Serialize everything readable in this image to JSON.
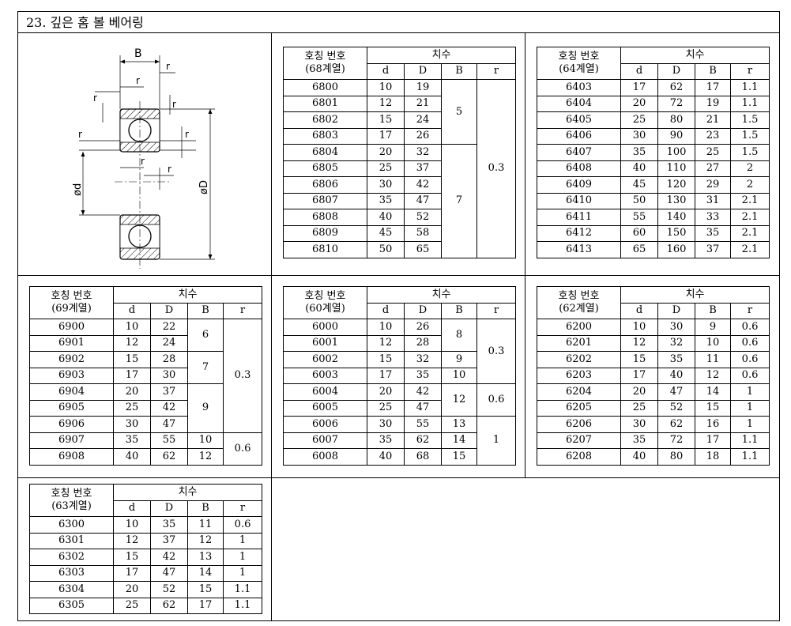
{
  "title": "23. 깊은 홈 볼 베어링",
  "drawing_labels": {
    "B": "B",
    "r": "r",
    "d": "ød",
    "D": "øD"
  },
  "header": {
    "name": "호칭 번호",
    "dims": "치수",
    "d": "d",
    "D": "D",
    "B": "B",
    "r": "r"
  },
  "tables": [
    {
      "series": "(68계열)",
      "rows": [
        [
          "6800",
          "10",
          "19"
        ],
        [
          "6801",
          "12",
          "21"
        ],
        [
          "6802",
          "15",
          "24"
        ],
        [
          "6803",
          "17",
          "26"
        ],
        [
          "6804",
          "20",
          "32"
        ],
        [
          "6805",
          "25",
          "37"
        ],
        [
          "6806",
          "30",
          "42"
        ],
        [
          "6807",
          "35",
          "47"
        ],
        [
          "6808",
          "40",
          "52"
        ],
        [
          "6809",
          "45",
          "58"
        ],
        [
          "6810",
          "50",
          "65"
        ]
      ],
      "B": [
        {
          "v": "5",
          "s": 4
        },
        {
          "v": "7",
          "s": 7
        }
      ],
      "r": [
        {
          "v": "0.3",
          "s": 11
        }
      ]
    },
    {
      "series": "(64계열)",
      "rows": [
        [
          "6403",
          "17",
          "62",
          "17",
          "1.1"
        ],
        [
          "6404",
          "20",
          "72",
          "19",
          "1.1"
        ],
        [
          "6405",
          "25",
          "80",
          "21",
          "1.5"
        ],
        [
          "6406",
          "30",
          "90",
          "23",
          "1.5"
        ],
        [
          "6407",
          "35",
          "100",
          "25",
          "1.5"
        ],
        [
          "6408",
          "40",
          "110",
          "27",
          "2"
        ],
        [
          "6409",
          "45",
          "120",
          "29",
          "2"
        ],
        [
          "6410",
          "50",
          "130",
          "31",
          "2.1"
        ],
        [
          "6411",
          "55",
          "140",
          "33",
          "2.1"
        ],
        [
          "6412",
          "60",
          "150",
          "35",
          "2.1"
        ],
        [
          "6413",
          "65",
          "160",
          "37",
          "2.1"
        ]
      ]
    },
    {
      "series": "(69계열)",
      "rows": [
        [
          "6900",
          "10",
          "22"
        ],
        [
          "6901",
          "12",
          "24"
        ],
        [
          "6902",
          "15",
          "28"
        ],
        [
          "6903",
          "17",
          "30"
        ],
        [
          "6904",
          "20",
          "37"
        ],
        [
          "6905",
          "25",
          "42"
        ],
        [
          "6906",
          "30",
          "47"
        ],
        [
          "6907",
          "35",
          "55"
        ],
        [
          "6908",
          "40",
          "62"
        ]
      ],
      "B": [
        {
          "v": "6",
          "s": 2
        },
        {
          "v": "7",
          "s": 2
        },
        {
          "v": "9",
          "s": 3
        },
        {
          "v": "10",
          "s": 1
        },
        {
          "v": "12",
          "s": 1
        }
      ],
      "r": [
        {
          "v": "0.3",
          "s": 7
        },
        {
          "v": "0.6",
          "s": 2
        }
      ]
    },
    {
      "series": "(60계열)",
      "rows": [
        [
          "6000",
          "10",
          "26"
        ],
        [
          "6001",
          "12",
          "28"
        ],
        [
          "6002",
          "15",
          "32"
        ],
        [
          "6003",
          "17",
          "35"
        ],
        [
          "6004",
          "20",
          "42"
        ],
        [
          "6005",
          "25",
          "47"
        ],
        [
          "6006",
          "30",
          "55"
        ],
        [
          "6007",
          "35",
          "62"
        ],
        [
          "6008",
          "40",
          "68"
        ]
      ],
      "B": [
        {
          "v": "8",
          "s": 2
        },
        {
          "v": "9",
          "s": 1
        },
        {
          "v": "10",
          "s": 1
        },
        {
          "v": "12",
          "s": 2
        },
        {
          "v": "13",
          "s": 1
        },
        {
          "v": "14",
          "s": 1
        },
        {
          "v": "15",
          "s": 1
        }
      ],
      "r": [
        {
          "v": "0.3",
          "s": 4
        },
        {
          "v": "0.6",
          "s": 2
        },
        {
          "v": "1",
          "s": 3
        }
      ]
    },
    {
      "series": "(62계열)",
      "rows": [
        [
          "6200",
          "10",
          "30",
          "9",
          "0.6"
        ],
        [
          "6201",
          "12",
          "32",
          "10",
          "0.6"
        ],
        [
          "6202",
          "15",
          "35",
          "11",
          "0.6"
        ],
        [
          "6203",
          "17",
          "40",
          "12",
          "0.6"
        ],
        [
          "6204",
          "20",
          "47",
          "14",
          "1"
        ],
        [
          "6205",
          "25",
          "52",
          "15",
          "1"
        ],
        [
          "6206",
          "30",
          "62",
          "16",
          "1"
        ],
        [
          "6207",
          "35",
          "72",
          "17",
          "1.1"
        ],
        [
          "6208",
          "40",
          "80",
          "18",
          "1.1"
        ]
      ]
    },
    {
      "series": "(63계열)",
      "rows": [
        [
          "6300",
          "10",
          "35",
          "11",
          "0.6"
        ],
        [
          "6301",
          "12",
          "37",
          "12",
          "1"
        ],
        [
          "6302",
          "15",
          "42",
          "13",
          "1"
        ],
        [
          "6303",
          "17",
          "47",
          "14",
          "1"
        ],
        [
          "6304",
          "20",
          "52",
          "15",
          "1.1"
        ],
        [
          "6305",
          "25",
          "62",
          "17",
          "1.1"
        ]
      ]
    }
  ]
}
